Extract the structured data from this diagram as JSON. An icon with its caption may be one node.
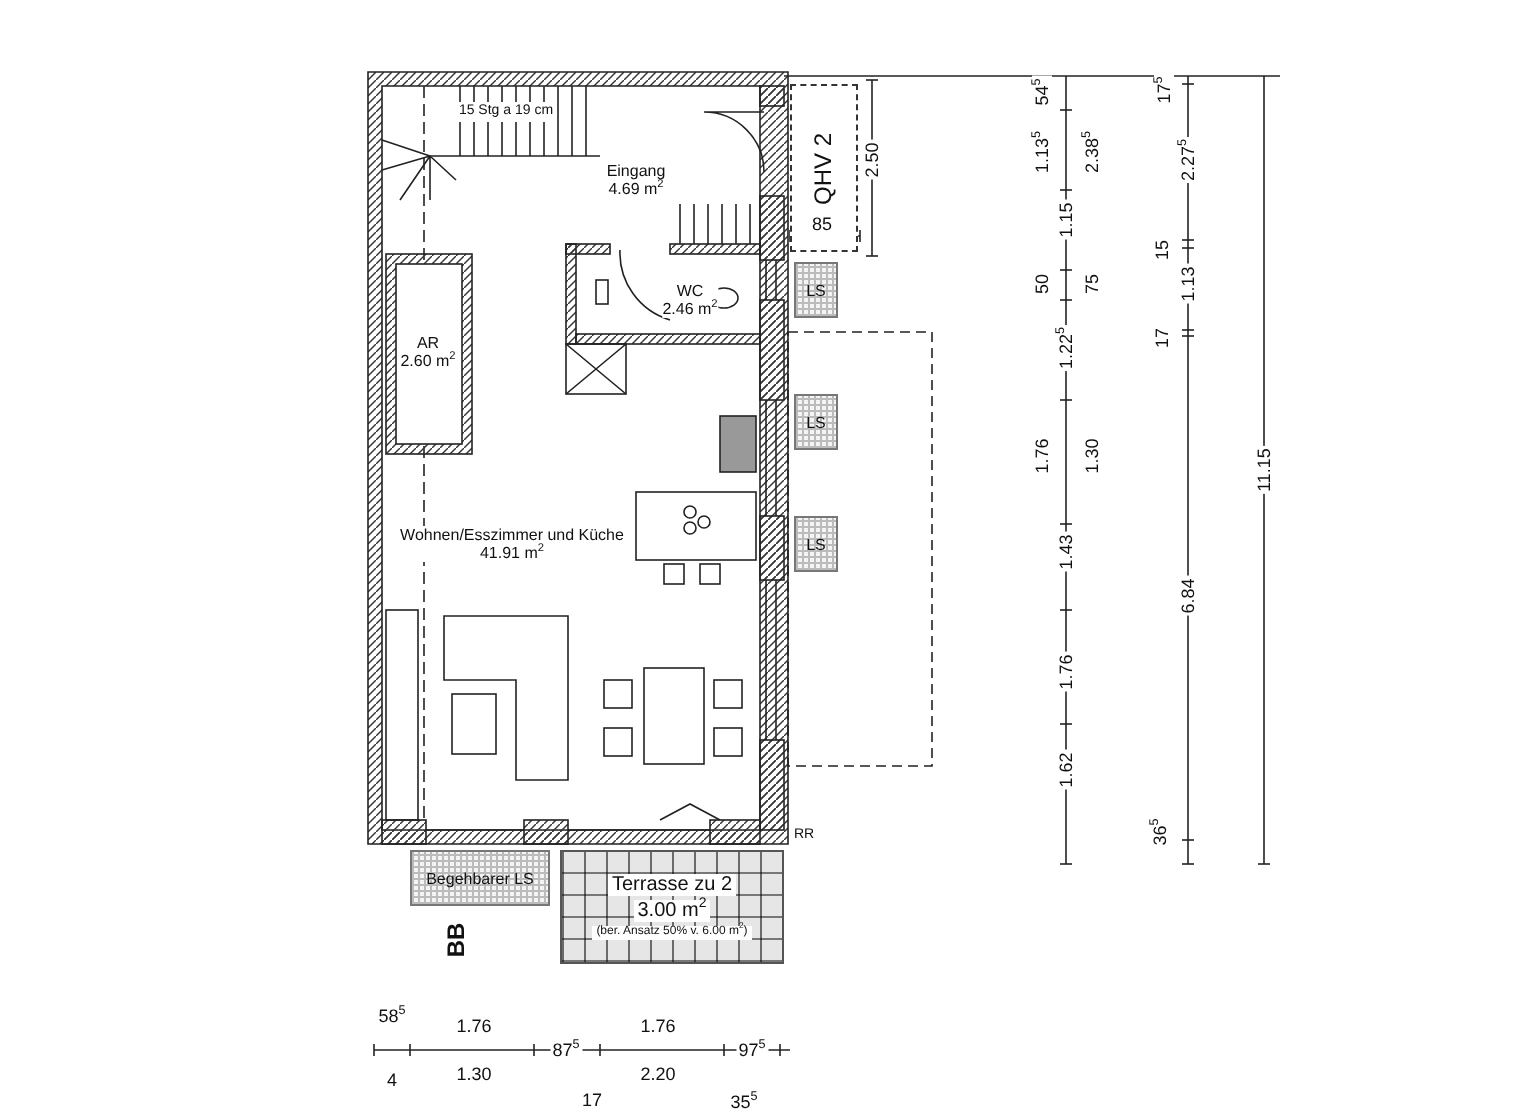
{
  "diagram": {
    "nodes": [
      {
        "text": [
          "Eingang",
          "4.69 m$^{2}$"
        ]
      },
      {
        "text": [
          "WC",
          "2.46 m$^{2}$"
        ]
      },
      {
        "text": [
          "AR",
          "2.60 m$^{2}$"
        ]
      },
      {
        "text": [
          "Wohnen/Esszimmer und Küche",
          "41.91 m$^{2}$"
        ]
      },
      {
        "text": [
          "QHV 2"
        ]
      },
      {
        "text": [
          "LS"
        ]
      },
      {
        "text": [
          "LS"
        ]
      },
      {
        "text": [
          "LS"
        ]
      },
      {
        "text": [
          "Begehbarer LS"
        ]
      },
      {
        "text": [
          "Terrasse zu 2",
          "3.00 m$^{2}$",
          "(ber. Ansatz 50% v. 6.00 m$^{2}$)"
        ]
      }
    ],
    "labels": [
      "15 Stg a 19 cm",
      "2.50",
      "85",
      "54$^{5}$",
      "17$^{5}$",
      "1.13$^{5}$",
      "2.38$^{5}$",
      "2.27$^{5}$",
      "1.15",
      "15",
      "50",
      "75",
      "1.13",
      "1.22$^{5}$",
      "17",
      "1.76",
      "1.30",
      "11.15",
      "1.43",
      "6.84",
      "1.76",
      "1.62",
      "36$^{5}$",
      "RR",
      "BB",
      "58$^{5}$",
      "1.76",
      "87$^{5}$",
      "1.76",
      "97$^{5}$",
      "4",
      "1.30",
      "2.20",
      "17",
      "35$^{5}$"
    ]
  }
}
